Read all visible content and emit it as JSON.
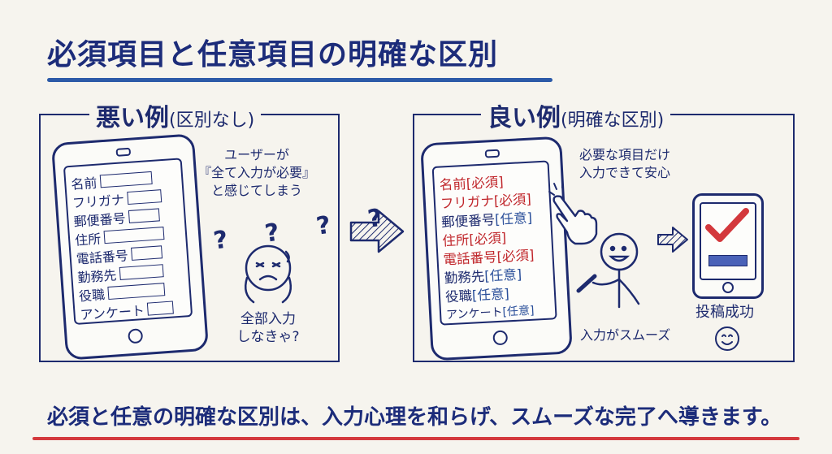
{
  "title": "必須項目と任意項目の明確な区別",
  "bad": {
    "heading": "悪い例",
    "subheading": "(区別なし)",
    "fields": [
      "名前",
      "フリガナ",
      "郵便番号",
      "住所",
      "電話番号",
      "勤務先",
      "役職",
      "アンケート"
    ],
    "thought_lines": [
      "ユーザーが",
      "『全て入力が必要』",
      "と感じてしまう"
    ],
    "question_marks": "? ? ? ?",
    "worry_lines": [
      "全部入力",
      "しなきゃ?"
    ]
  },
  "good": {
    "heading": "良い例",
    "subheading": "(明確な区別)",
    "fields": [
      {
        "label": "名前",
        "tag": "[必須]",
        "required": true
      },
      {
        "label": "フリガナ",
        "tag": "[必須]",
        "required": true
      },
      {
        "label": "郵便番号",
        "tag": "[任意]",
        "required": false
      },
      {
        "label": "住所",
        "tag": "[必須]",
        "required": true
      },
      {
        "label": "電話番号",
        "tag": "[必須]",
        "required": true
      },
      {
        "label": "勤務先",
        "tag": "[任意]",
        "required": false
      },
      {
        "label": "役職",
        "tag": "[任意]",
        "required": false
      },
      {
        "label": "アンケート",
        "tag": "[任意]",
        "required": false
      }
    ],
    "relief_lines": [
      "必要な項目だけ",
      "入力できて安心"
    ],
    "smooth_caption": "入力がスムーズ",
    "success_caption": "投稿成功"
  },
  "footer": "必須と任意の明確な区別は、入力心理を和らげ、スムーズな完了へ導きます。",
  "colors": {
    "ink": "#1d2a6e",
    "required": "#c0262b",
    "optional": "#2a4f9a",
    "check": "#d3383c",
    "title_underline": "#2c5aa8",
    "footer_underline": "#d4393d"
  }
}
